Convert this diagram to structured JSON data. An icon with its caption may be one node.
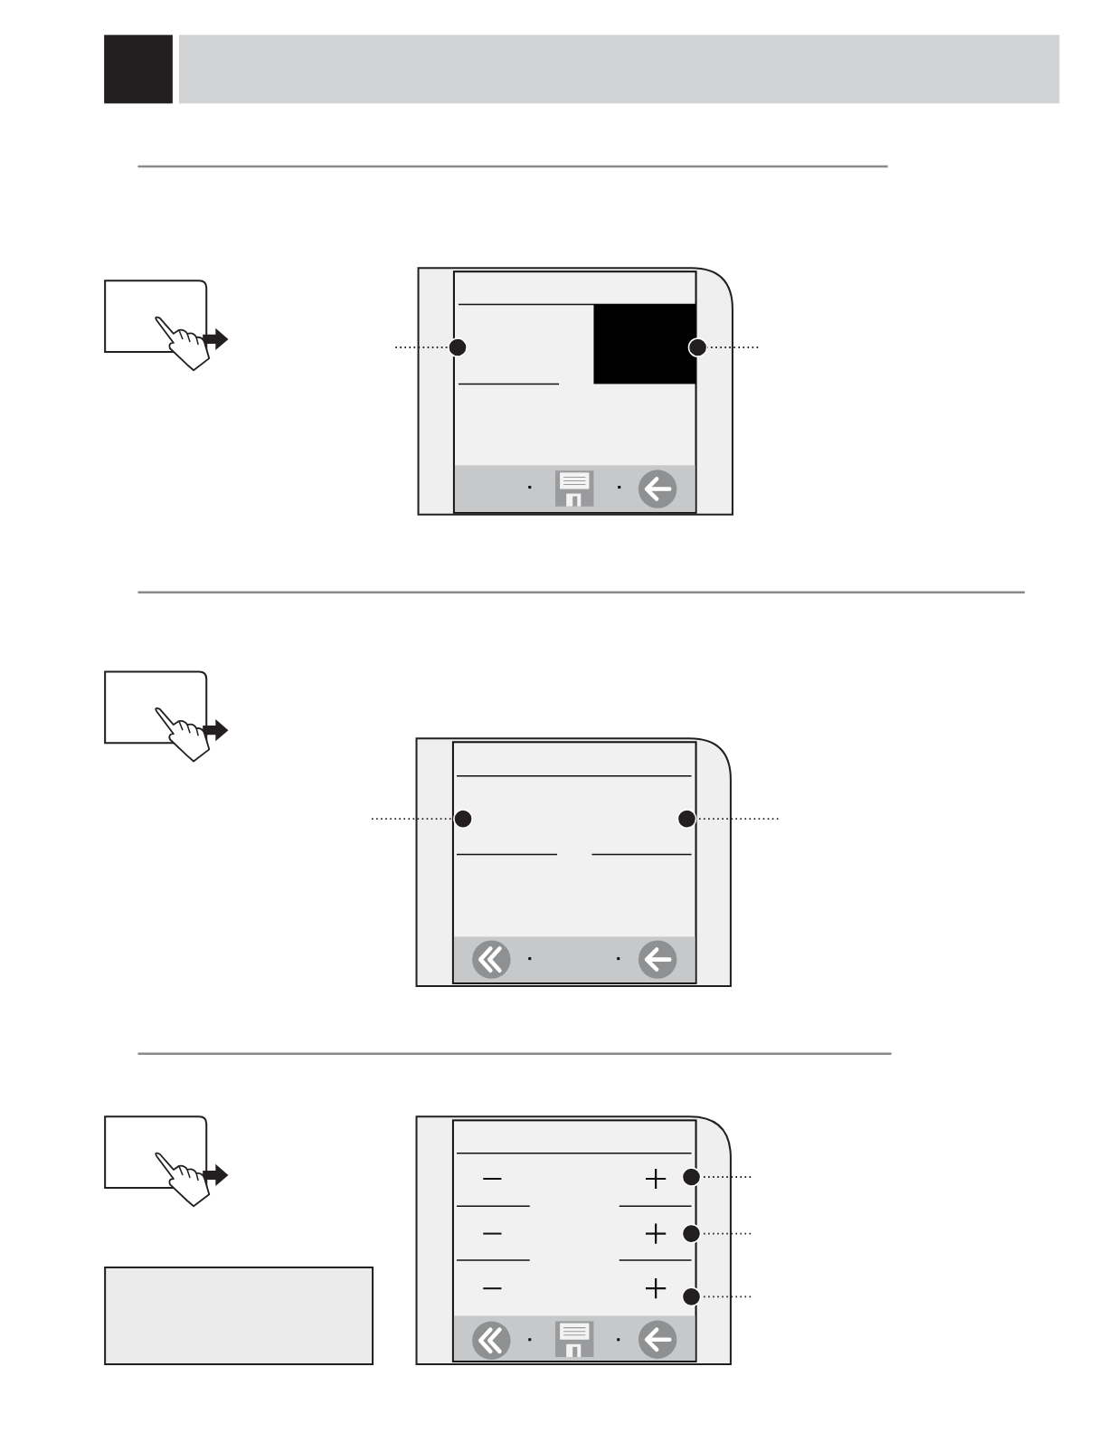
{
  "diagram": {
    "nodes": [
      {
        "text": [],
        "shape": "box"
      },
      {
        "text": [],
        "shape": "circle"
      },
      {
        "text": [],
        "shape": "circle"
      },
      {
        "text": [],
        "shape": "circle"
      },
      {
        "text": [],
        "shape": "circle"
      },
      {
        "text": [],
        "shape": "circle"
      },
      {
        "text": [],
        "shape": "circle"
      },
      {
        "text": [],
        "shape": "circle"
      },
      {
        "text": [],
        "shape": "box"
      }
    ],
    "edges": [
      {
        "from": null,
        "to": 1,
        "arrow": "none",
        "style": "dashed"
      },
      {
        "from": null,
        "to": 2,
        "arrow": "none",
        "style": "dashed"
      },
      {
        "from": null,
        "to": 3,
        "arrow": "none",
        "style": "dashed"
      },
      {
        "from": null,
        "to": 4,
        "arrow": "none",
        "style": "dashed"
      },
      {
        "from": null,
        "to": 5,
        "arrow": "none",
        "style": "dashed"
      },
      {
        "from": null,
        "to": 6,
        "arrow": "none",
        "style": "dashed"
      },
      {
        "from": null,
        "to": 7,
        "arrow": "none",
        "style": "dashed"
      }
    ]
  }
}
